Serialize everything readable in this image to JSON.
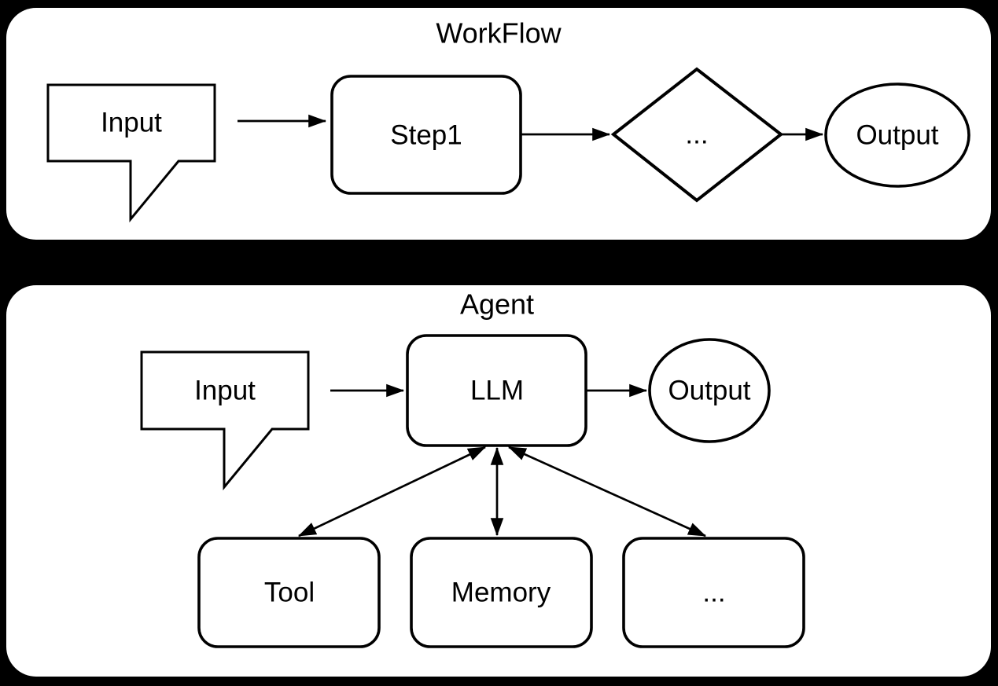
{
  "colors": {
    "background": "#000000",
    "panel_fill": "#ffffff",
    "ink": "#000000"
  },
  "workflow": {
    "title": "WorkFlow",
    "input_label": "Input",
    "step1_label": "Step1",
    "diamond_label": "...",
    "output_label": "Output",
    "edges": [
      {
        "from": "Input",
        "to": "Step1",
        "type": "arrow"
      },
      {
        "from": "Step1",
        "to": "...",
        "type": "arrow"
      },
      {
        "from": "...",
        "to": "Output",
        "type": "arrow"
      }
    ]
  },
  "agent": {
    "title": "Agent",
    "input_label": "Input",
    "llm_label": "LLM",
    "output_label": "Output",
    "tool_label": "Tool",
    "memory_label": "Memory",
    "more_label": "...",
    "edges": [
      {
        "from": "Input",
        "to": "LLM",
        "type": "arrow"
      },
      {
        "from": "LLM",
        "to": "Output",
        "type": "arrow"
      },
      {
        "from": "LLM",
        "to": "Tool",
        "type": "double-arrow"
      },
      {
        "from": "LLM",
        "to": "Memory",
        "type": "double-arrow"
      },
      {
        "from": "LLM",
        "to": "...",
        "type": "double-arrow"
      }
    ]
  }
}
